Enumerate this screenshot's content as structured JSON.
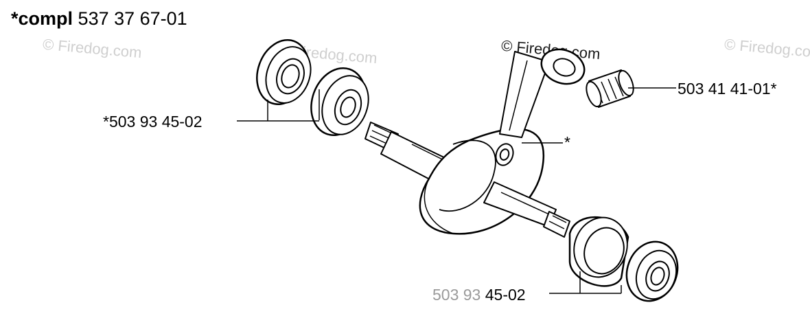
{
  "header": {
    "assembly_prefix": "*compl",
    "assembly_number": "537 37 67-01"
  },
  "labels": {
    "bearing_left": "*503 93 45-02",
    "needle_bearing": "503 41 41-01*",
    "crankshaft": "*",
    "bearing_right": "45-02",
    "bearing_right_obscured": "503 93"
  },
  "watermarks": {
    "text": "© Firedog.com"
  }
}
